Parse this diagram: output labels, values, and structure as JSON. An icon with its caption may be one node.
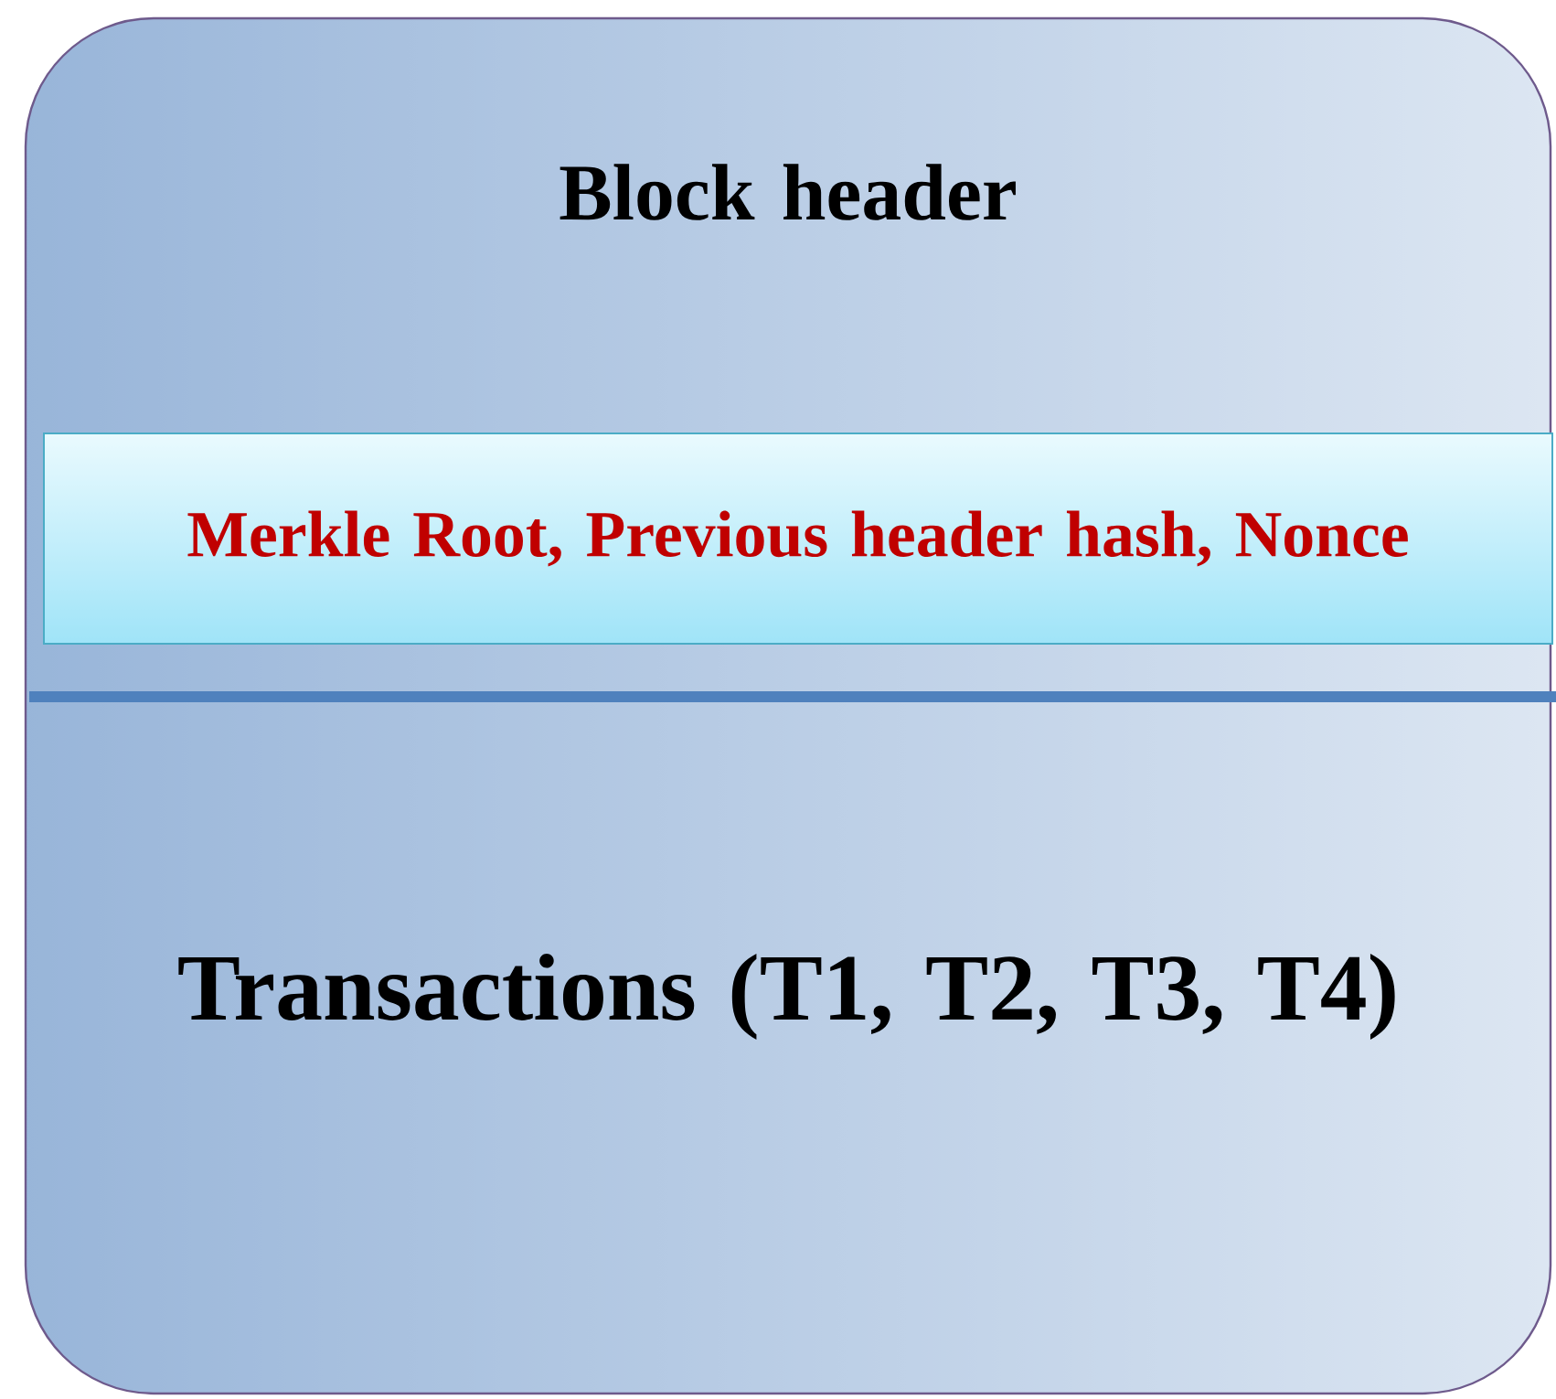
{
  "diagram": {
    "nodes": [
      {
        "text": [
          "Block header",
          "Transactions (T1, T2, T3, T4)"
        ]
      },
      {
        "text": [
          "Merkle Root, Previous header hash, Nonce"
        ],
        "in": 0
      }
    ]
  }
}
